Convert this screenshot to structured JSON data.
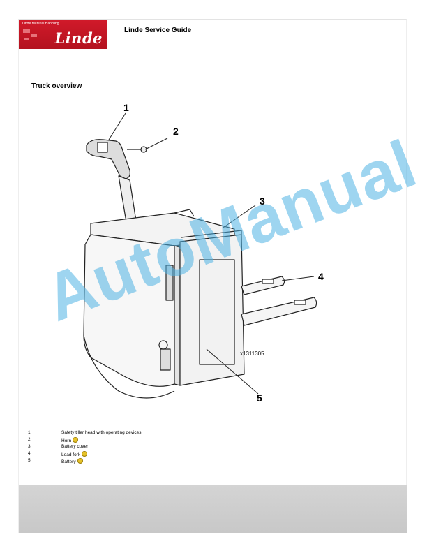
{
  "header": {
    "logo_tagline": "Linde Material Handling",
    "logo_brand": "Linde",
    "guide_title": "Linde Service Guide"
  },
  "section": {
    "title": "Truck overview"
  },
  "figure": {
    "callouts": [
      "1",
      "2",
      "3",
      "4",
      "5"
    ],
    "image_code": "x1311305"
  },
  "watermark": "AutoManual",
  "legend": [
    {
      "number": "1",
      "text": "Safety tiller head with operating devices",
      "badge": false
    },
    {
      "number": "2",
      "text": "Horn",
      "badge": true
    },
    {
      "number": "3",
      "text": "Battery cover",
      "badge": false
    },
    {
      "number": "4",
      "text": "Load fork",
      "badge": true
    },
    {
      "number": "5",
      "text": "Battery",
      "badge": true
    }
  ]
}
